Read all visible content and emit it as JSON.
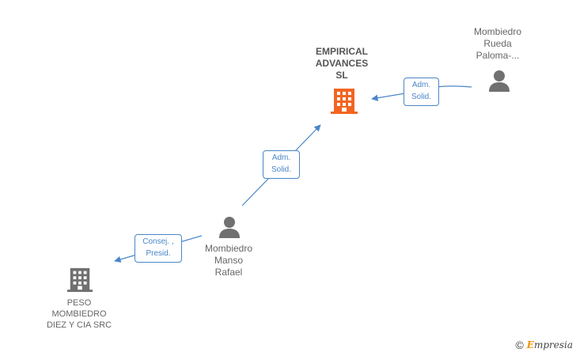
{
  "nodes": {
    "empirical": {
      "lines": [
        "EMPIRICAL",
        "ADVANCES",
        "SL"
      ],
      "type": "company-main"
    },
    "mombiedro_rueda": {
      "lines": [
        "Mombiedro",
        "Rueda",
        "Paloma-..."
      ],
      "type": "person"
    },
    "mombiedro_manso": {
      "lines": [
        "Mombiedro",
        "Manso",
        "Rafael"
      ],
      "type": "person"
    },
    "peso": {
      "lines": [
        "PESO",
        "MOMBIEDRO",
        "DIEZ Y CIA SRC"
      ],
      "type": "company-other"
    }
  },
  "edges": {
    "rueda_to_empirical": {
      "lines": [
        "Adm.",
        "Solid."
      ]
    },
    "manso_to_empirical": {
      "lines": [
        "Adm.",
        "Solid."
      ]
    },
    "manso_to_peso": {
      "lines": [
        "Consej. ,",
        "Presid."
      ]
    }
  },
  "colors": {
    "edge": "#4a86c8",
    "company_main": "#f26522",
    "company_other": "#707070",
    "person": "#707070"
  },
  "brand": {
    "copyright": "©",
    "initial": "E",
    "rest": "mpresia"
  }
}
